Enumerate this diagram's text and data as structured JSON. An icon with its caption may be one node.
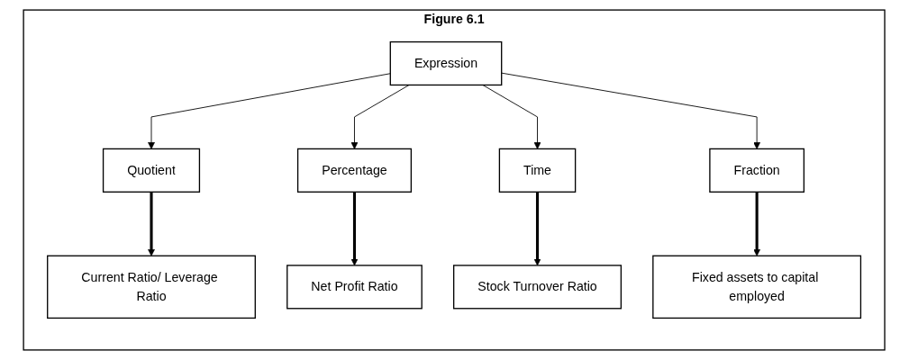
{
  "diagram": {
    "nodes": [
      {
        "text": [
          "Figure 6.1"
        ]
      },
      {
        "text": [
          "Expression"
        ],
        "in": 0
      },
      {
        "text": [
          "Quotient"
        ],
        "in": 0
      },
      {
        "text": [
          "Percentage"
        ],
        "in": 0
      },
      {
        "text": [
          "Time"
        ],
        "in": 0
      },
      {
        "text": [
          "Fraction"
        ],
        "in": 0
      },
      {
        "text": [
          "Current Ratio/ Leverage Ratio"
        ],
        "in": 0
      },
      {
        "text": [
          "Net Profit Ratio"
        ],
        "in": 0
      },
      {
        "text": [
          "Stock Turnover Ratio"
        ],
        "in": 0
      },
      {
        "text": [
          "Fixed assets to capital employed"
        ],
        "in": 0
      }
    ],
    "edges": [
      {
        "from": 1,
        "to": 2,
        "arrow": "to"
      },
      {
        "from": 1,
        "to": 3,
        "arrow": "to"
      },
      {
        "from": 1,
        "to": 4,
        "arrow": "to"
      },
      {
        "from": 1,
        "to": 5,
        "arrow": "to"
      },
      {
        "from": 2,
        "to": 6,
        "arrow": "to",
        "style": "thick"
      },
      {
        "from": 3,
        "to": 7,
        "arrow": "to",
        "style": "thick"
      },
      {
        "from": 4,
        "to": 8,
        "arrow": "to",
        "style": "thick"
      },
      {
        "from": 5,
        "to": 9,
        "arrow": "to",
        "style": "thick"
      }
    ]
  }
}
